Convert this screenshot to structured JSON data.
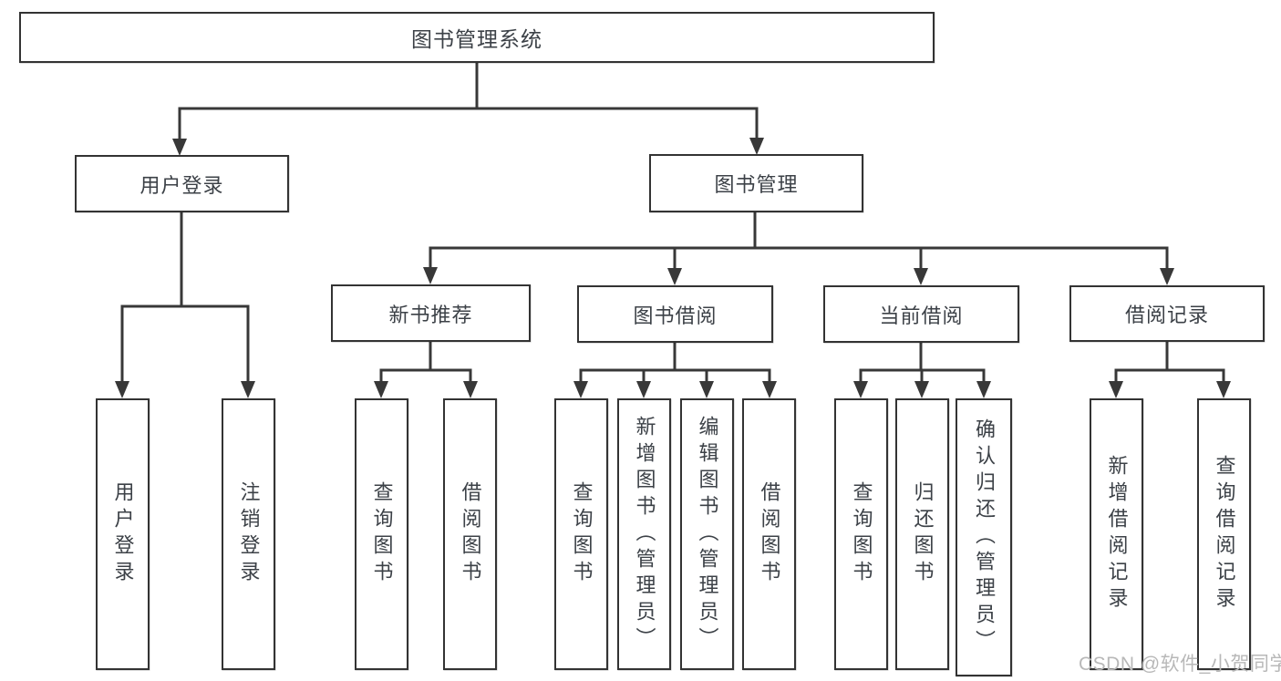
{
  "diagram": {
    "type": "hierarchy-diagram",
    "tree": {
      "label": "图书管理系统",
      "children": [
        {
          "label": "用户登录",
          "children": [
            {
              "label": "用户登录"
            },
            {
              "label": "注销登录"
            }
          ]
        },
        {
          "label": "图书管理",
          "children": [
            {
              "label": "新书推荐",
              "children": [
                {
                  "label": "查询图书"
                },
                {
                  "label": "借阅图书"
                }
              ]
            },
            {
              "label": "图书借阅",
              "children": [
                {
                  "label": "查询图书"
                },
                {
                  "label": "新增图书（管理员）"
                },
                {
                  "label": "编辑图书（管理员）"
                },
                {
                  "label": "借阅图书"
                }
              ]
            },
            {
              "label": "当前借阅",
              "children": [
                {
                  "label": "查询图书"
                },
                {
                  "label": "归还图书"
                },
                {
                  "label": "确认归还（管理员）"
                }
              ]
            },
            {
              "label": "借阅记录",
              "children": [
                {
                  "label": "新增借阅记录"
                },
                {
                  "label": "查询借阅记录"
                }
              ]
            }
          ]
        }
      ]
    },
    "watermark": "CSDN @软件_小贺同学",
    "colors": {
      "line": "#383838",
      "box_border": "#333333",
      "text": "#3c4147",
      "watermark": "#b8b8b8",
      "background": "#ffffff"
    }
  }
}
